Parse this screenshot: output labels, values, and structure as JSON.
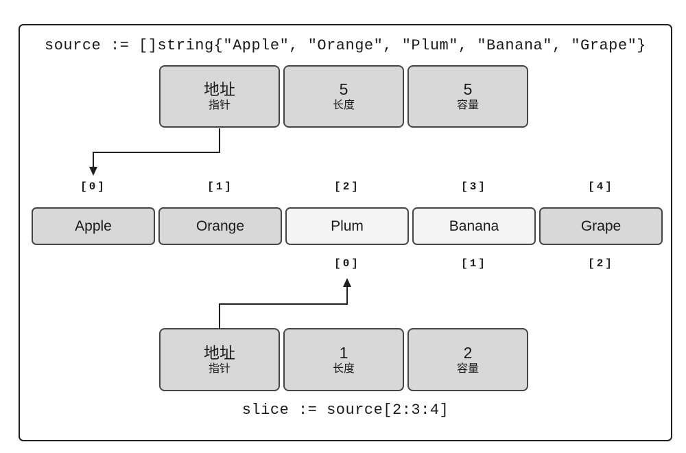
{
  "code": {
    "source_declaration": "source := []string{\"Apple\", \"Orange\", \"Plum\", \"Banana\", \"Grape\"}",
    "slice_declaration": "slice := source[2:3:4]"
  },
  "source_header": {
    "pointer_value": "地址",
    "pointer_label": "指针",
    "length_value": "5",
    "length_label": "长度",
    "capacity_value": "5",
    "capacity_label": "容量"
  },
  "slice_header": {
    "pointer_value": "地址",
    "pointer_label": "指针",
    "length_value": "1",
    "length_label": "长度",
    "capacity_value": "2",
    "capacity_label": "容量"
  },
  "array": {
    "source_indices": [
      "[0]",
      "[1]",
      "[2]",
      "[3]",
      "[4]"
    ],
    "values": [
      "Apple",
      "Orange",
      "Plum",
      "Banana",
      "Grape"
    ],
    "slice_indices": [
      "[0]",
      "[1]",
      "[2]"
    ]
  },
  "colors": {
    "background": "#ffffff",
    "box_fill": "#d8d8d8",
    "slice_window_fill": "#f4f4f4",
    "box_border": "#454545",
    "frame_border": "#1f1f1f",
    "arrow": "#1f1f1f",
    "text": "#1a1a1a"
  }
}
